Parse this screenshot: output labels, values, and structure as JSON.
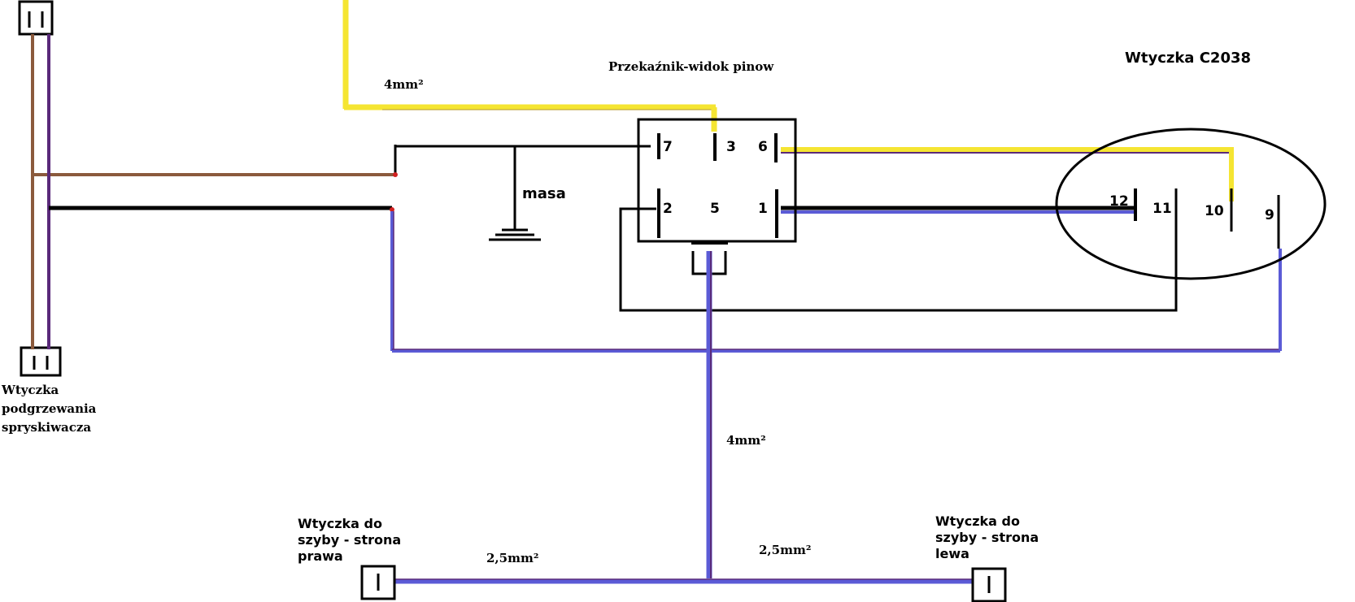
{
  "relay": {
    "title": "Przekaźnik-widok pinow",
    "pins": [
      "7",
      "3",
      "6",
      "2",
      "5",
      "1"
    ]
  },
  "connector_c2038": {
    "title": "Wtyczka C2038",
    "pins": [
      "12",
      "11",
      "10",
      "9"
    ]
  },
  "ground": {
    "label": "masa"
  },
  "wire_labels": {
    "yellow_top": "4mm²",
    "main_vertical": "4mm²",
    "right_branch": "2,5mm²",
    "left_branch": "2,5mm²"
  },
  "heater_plug": {
    "line1": "Wtyczka",
    "line2": "podgrzewania",
    "line3": "spryskiwacza"
  },
  "right_window_plug": {
    "line1": "Wtyczka do",
    "line2": "szyby - strona",
    "line3": "prawa"
  },
  "left_window_plug": {
    "line1": "Wtyczka do",
    "line2": "szyby - strona",
    "line3": "lewa"
  },
  "colors": {
    "yellow": "#f5e532",
    "blue": "#5b5bd6",
    "purple": "#5a2a7a",
    "brown": "#8b5a3c",
    "black": "#000000"
  }
}
